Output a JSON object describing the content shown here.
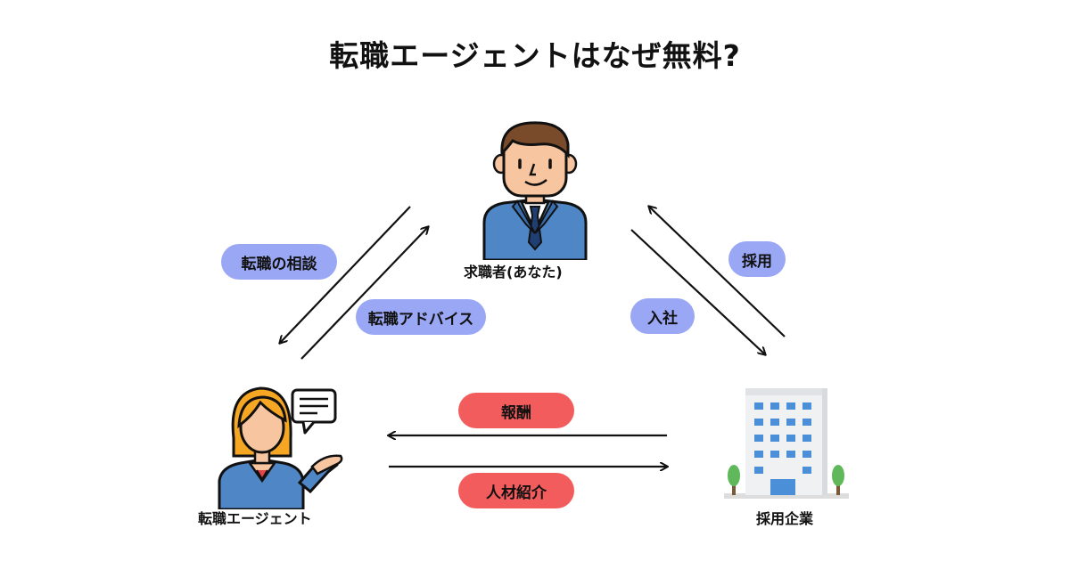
{
  "title": "転職エージェントはなぜ無料?",
  "nodes": {
    "seeker": "求職者(あなた)",
    "agent": "転職エージェント",
    "company": "採用企業"
  },
  "edges": {
    "consult": "転職の相談",
    "advice": "転職アドバイス",
    "hire": "採用",
    "join": "入社",
    "reward": "報酬",
    "referral": "人材紹介"
  },
  "colors": {
    "blue_pill": "#9aa7f5",
    "red_pill": "#f25c5c",
    "arrow": "#111111"
  }
}
